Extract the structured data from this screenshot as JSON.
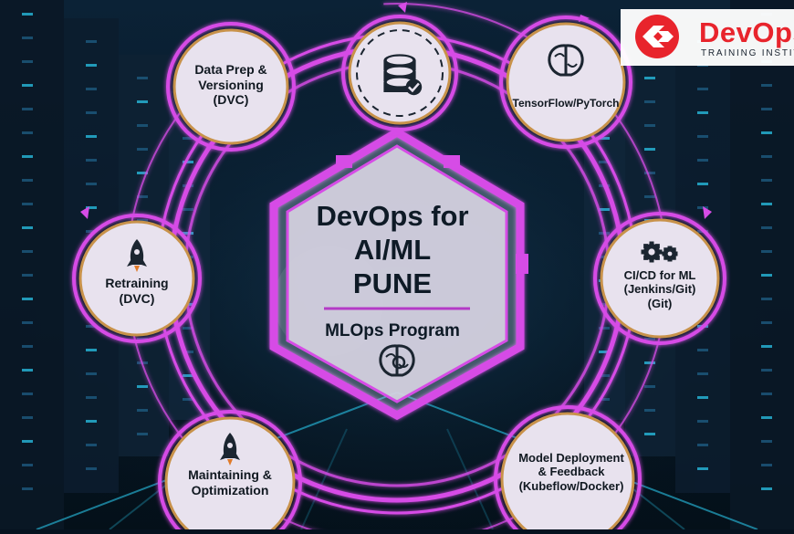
{
  "hub": {
    "title_lines": [
      "DevOps for",
      "AI/ML",
      "PUNE"
    ],
    "subtitle": "MLOps Program",
    "icon": "brain-gear-icon"
  },
  "nodes": [
    {
      "id": "data-prep",
      "lines": [
        "Data Prep &",
        "Versioning",
        "(DVC)"
      ],
      "icon": ""
    },
    {
      "id": "database",
      "lines": [],
      "icon": "database-check-icon"
    },
    {
      "id": "frameworks",
      "lines": [
        "TensorFlow/PyTorch"
      ],
      "icon": "brain-icon"
    },
    {
      "id": "retraining",
      "lines": [
        "Retraining",
        "(DVC)"
      ],
      "icon": "rocket-icon"
    },
    {
      "id": "cicd",
      "lines": [
        "CI/CD for ML",
        "(Jenkins/Git)",
        "(Git)"
      ],
      "icon": "gears-icon"
    },
    {
      "id": "maintaining",
      "lines": [
        "Maintaining &",
        "Optimization"
      ],
      "icon": "rocket-icon"
    },
    {
      "id": "deployment",
      "lines": [
        "Model Deployment",
        "& Feedback",
        "(Kubeflow/Docker)"
      ],
      "icon": ""
    }
  ],
  "brand": {
    "name": "DevOps",
    "tagline": "TRAINING INSTITUTE",
    "logo_icon": "devops-logo-icon"
  },
  "colors": {
    "ring": "#d64ce6",
    "node_fill": "#e8e2ee",
    "node_border": "#c8924a",
    "hub_fill": "#d7d2e2",
    "hub_border": "#d64ce6",
    "brand_red": "#e8242c",
    "background": "#06121f",
    "accent_cyan": "#29c4e8"
  }
}
